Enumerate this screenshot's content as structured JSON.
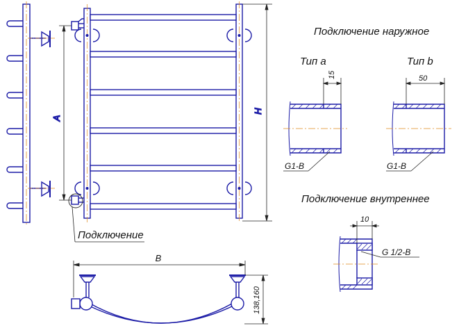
{
  "colors": {
    "outline": "#1a1aa6",
    "dimension": "#222222",
    "centerline": "#e08a1e",
    "hatch": "#1a1aa6",
    "text": "#111111"
  },
  "titles": {
    "external": "Подключение наружное",
    "internal": "Подключение внутреннее",
    "connection_callout": "Подключение"
  },
  "types": {
    "a": "Тип a",
    "b": "Тип b"
  },
  "dimensions": {
    "A": "A",
    "H": "H",
    "B": "B",
    "depth": "138,160",
    "type_a_length": "15",
    "type_b_length": "50",
    "internal_depth": "10"
  },
  "threads": {
    "type_a": "G1-B",
    "type_b": "G1-B",
    "internal": "G 1/2-B"
  }
}
